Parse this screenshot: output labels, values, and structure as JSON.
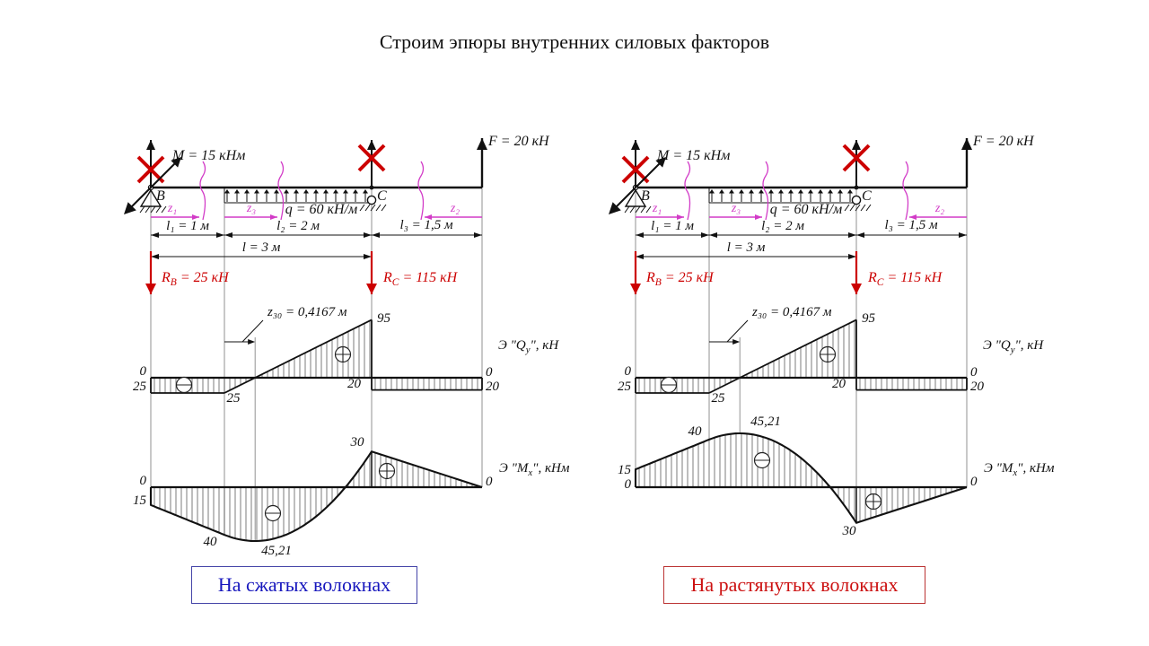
{
  "title": "Строим эпюры внутренних силовых факторов",
  "variants": [
    {
      "id": "compressed",
      "caption": "На сжатых волокнах",
      "accent": "#1717bd"
    },
    {
      "id": "stretched",
      "caption": "На растянутых волокнах",
      "accent": "#cc1111"
    }
  ],
  "colors": {
    "red": "#cc0000",
    "magenta": "#d23bc7",
    "blue_box": "#4444a8",
    "red_box": "#bb3333",
    "line": "#111111"
  },
  "beam": {
    "point_b": "B",
    "point_c": "C",
    "moment_label": "M = 15 кНм",
    "force_label": "F = 20 кН",
    "load_label": "q = 60 кН/м",
    "reaction_b": {
      "base": "R",
      "sub": "B",
      "rest": " = 25 кН"
    },
    "reaction_c": {
      "base": "R",
      "sub": "C",
      "rest": " = 115 кН"
    },
    "dims": {
      "l1": "l₁ = 1 м",
      "l2": "l₂ = 2 м",
      "l3": "l₃ = 1,5 м",
      "l": "l = 3 м"
    },
    "coords": {
      "z1": "z₁",
      "z2": "z₂",
      "z3": "z₃"
    },
    "params": {
      "M": 15,
      "q": 60,
      "F": 20,
      "Rb": 25,
      "Rc": 115,
      "l1": 1,
      "l2": 2,
      "l3": 1.5,
      "L": 4.5
    }
  },
  "q_diagram": {
    "axis_label": {
      "prefix": "Э \"Q",
      "sub": "y",
      "suffix": "\", кН"
    },
    "zero_cross_label": "z₃₀ = 0,4167 м",
    "labels": {
      "left_zero": "0",
      "left_val": "25",
      "start_val": "25",
      "peak": "95",
      "before_step": "20",
      "right_zero": "0",
      "right_val": "20"
    },
    "sign_minus": "−",
    "sign_plus": "+"
  },
  "m_diagram": {
    "axis_label": {
      "prefix": "Э \"M",
      "sub": "x",
      "suffix": "\", кНм"
    },
    "labels": {
      "zero_left": "0",
      "at_b": "15",
      "at_l1": "40",
      "extreme": "45,21",
      "at_c": "30",
      "zero_right": "0"
    }
  },
  "chart_data": [
    {
      "type": "line",
      "title": "Э \"Qy\", кН",
      "x": [
        0,
        1,
        1.4167,
        3,
        3,
        4.5
      ],
      "values": [
        -25,
        -25,
        0,
        95,
        -20,
        -20
      ],
      "annotations": [
        "0",
        "25",
        "25",
        "z30 = 0,4167 м",
        "95",
        "20",
        "0",
        "20"
      ]
    },
    {
      "type": "line",
      "title": "Э \"Mx\", кНм",
      "x": [
        0,
        1,
        1.4167,
        2.644,
        3,
        4.5
      ],
      "values": [
        -15,
        -40,
        -45.21,
        0,
        30,
        0
      ],
      "annotations": [
        "0",
        "15",
        "40",
        "45,21",
        "30",
        "0"
      ],
      "note": "left variant plotted on compressed fibers, right variant mirrored (stretched fibers)"
    }
  ]
}
